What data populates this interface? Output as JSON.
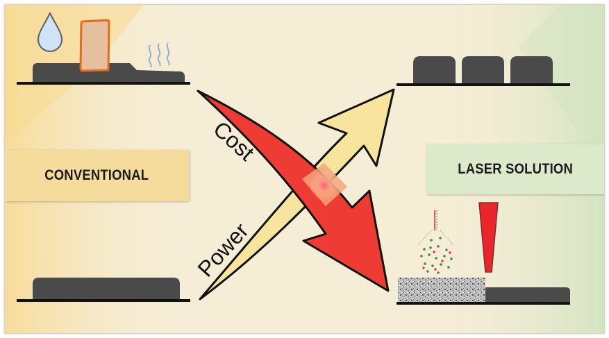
{
  "left_panel": {
    "label": "CONVENTIONAL"
  },
  "right_panel": {
    "label": "LASER SOLUTION"
  },
  "arrows": {
    "cost_label": "Cost",
    "power_label": "Power"
  },
  "colors": {
    "background": "#f6edd6",
    "left_tint": "#f7dfa0",
    "right_tint": "#d6e5c4",
    "cost_arrow": "#ee3b33",
    "power_arrow": "#f8e39a",
    "substrate": "#4a4a4a",
    "slug": "#e7bd9a",
    "laser": "#e8262b"
  },
  "icons": [
    "water-drop-icon",
    "heat-waves-icon",
    "laser-beam-icon",
    "powder-spray-icon"
  ]
}
